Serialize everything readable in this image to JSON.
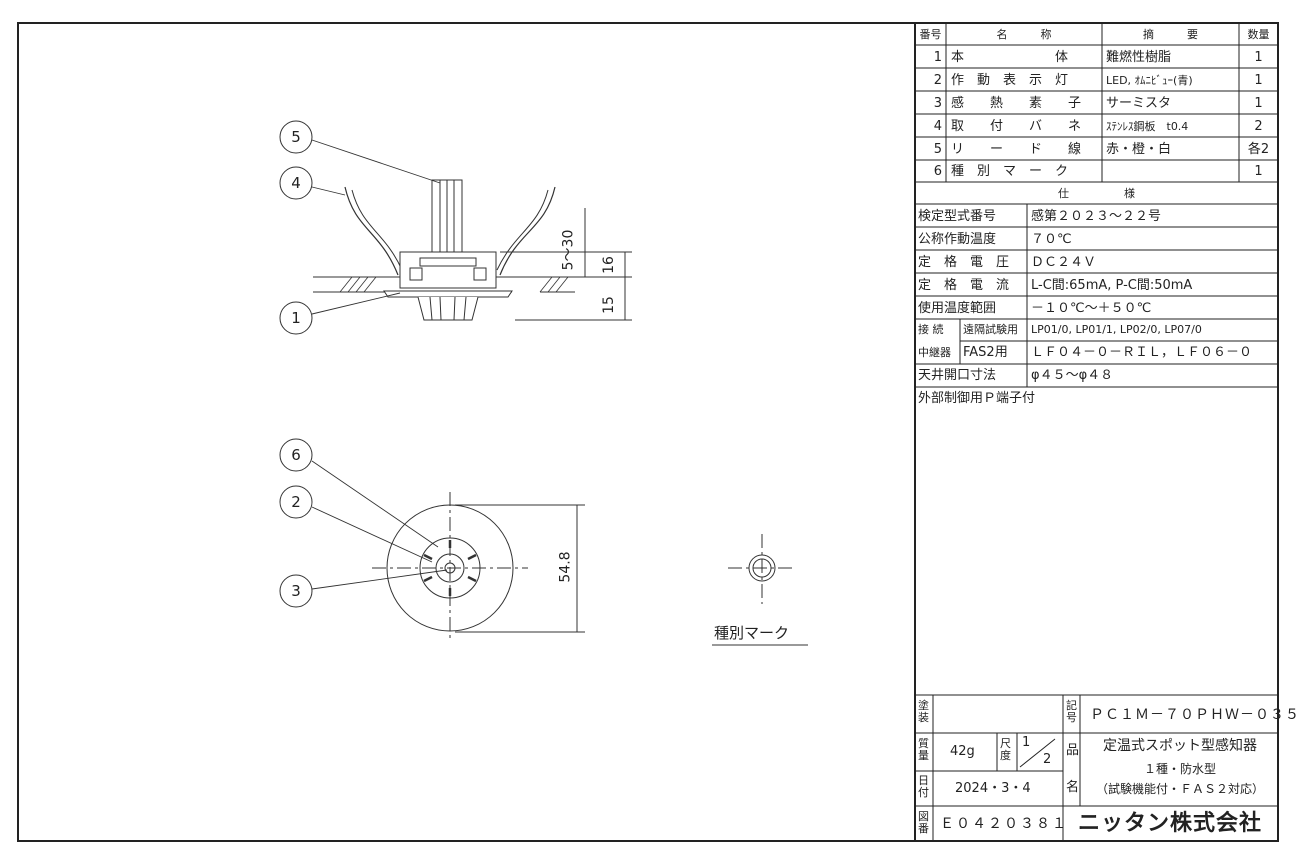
{
  "parts_table": {
    "headers": {
      "no": "番号",
      "name": "名　　　称",
      "summary": "摘　　　要",
      "qty": "数量"
    },
    "rows": [
      {
        "no": "1",
        "name": "本　　　　　　　体",
        "summary": "難燃性樹脂",
        "qty": "1"
      },
      {
        "no": "2",
        "name": "作　動　表　示　灯",
        "summary": "LED, ｵﾑﾆﾋﾞｭｰ(青)",
        "qty": "1"
      },
      {
        "no": "3",
        "name": "感　　熱　　素　　子",
        "summary": "サーミスタ",
        "qty": "1"
      },
      {
        "no": "4",
        "name": "取　　付　　バ　　ネ",
        "summary": "ｽﾃﾝﾚｽ鋼板　t0.4",
        "qty": "2"
      },
      {
        "no": "5",
        "name": "リ　　ー　　ド　　線",
        "summary": "赤・橙・白",
        "qty": "各2"
      },
      {
        "no": "6",
        "name": "種　別　マ　ー　ク",
        "summary": "",
        "qty": "1"
      }
    ]
  },
  "spec": {
    "heading": "仕　　　　　様",
    "rows": [
      {
        "label": "検定型式番号",
        "value": "感第２０２３～２２号"
      },
      {
        "label": "公称作動温度",
        "value": "７０℃"
      },
      {
        "label": "定　格　電　圧",
        "value": "ＤＣ２４Ｖ"
      },
      {
        "label": "定　格　電　流",
        "value": "L-C間:65mA, P-C間:50mA"
      },
      {
        "label": "使用温度範囲",
        "value": "－１０℃～＋５０℃"
      }
    ],
    "relay_label_top": "接 続",
    "relay_label_bottom": "中継器",
    "relay_rows": [
      {
        "label": "遠隔試験用",
        "value": "LP01/0, LP01/1, LP02/0, LP07/0"
      },
      {
        "label": "FAS2用",
        "value": "ＬＦ０４－０－ＲＩＬ，ＬＦ０６－０"
      }
    ],
    "ceiling_label": "天井開口寸法",
    "ceiling_value": "φ４５～φ４８",
    "note": "外部制御用Ｐ端子付"
  },
  "title_block": {
    "paint_label": "塗装",
    "paint_value": "",
    "record_label": "記号",
    "record_value": "ＰＣ１Ｍ－７０ＰＨＷ－０３５",
    "mass_label": "質量",
    "mass_value": "42g",
    "scale_label": "尺度",
    "scale_num": "1",
    "scale_den": "2",
    "product_label_top": "品",
    "product_label_bottom": "名",
    "product_name": [
      "定温式スポット型感知器",
      "１種・防水型",
      "（試験機能付・ＦＡＳ２対応）"
    ],
    "date_label": "日付",
    "date_value": "2024・3・4",
    "drawing_no_label": "図番",
    "drawing_no_value": "Ｅ０４２０３８１",
    "company": "ニッタン株式会社"
  },
  "drawing": {
    "callouts": [
      "5",
      "4",
      "1",
      "6",
      "2",
      "3"
    ],
    "dimensions": {
      "spring_range": "5～30",
      "body_upper": "16",
      "body_lower": "15",
      "diameter": "54.8"
    },
    "type_mark_caption": "種別マーク"
  }
}
